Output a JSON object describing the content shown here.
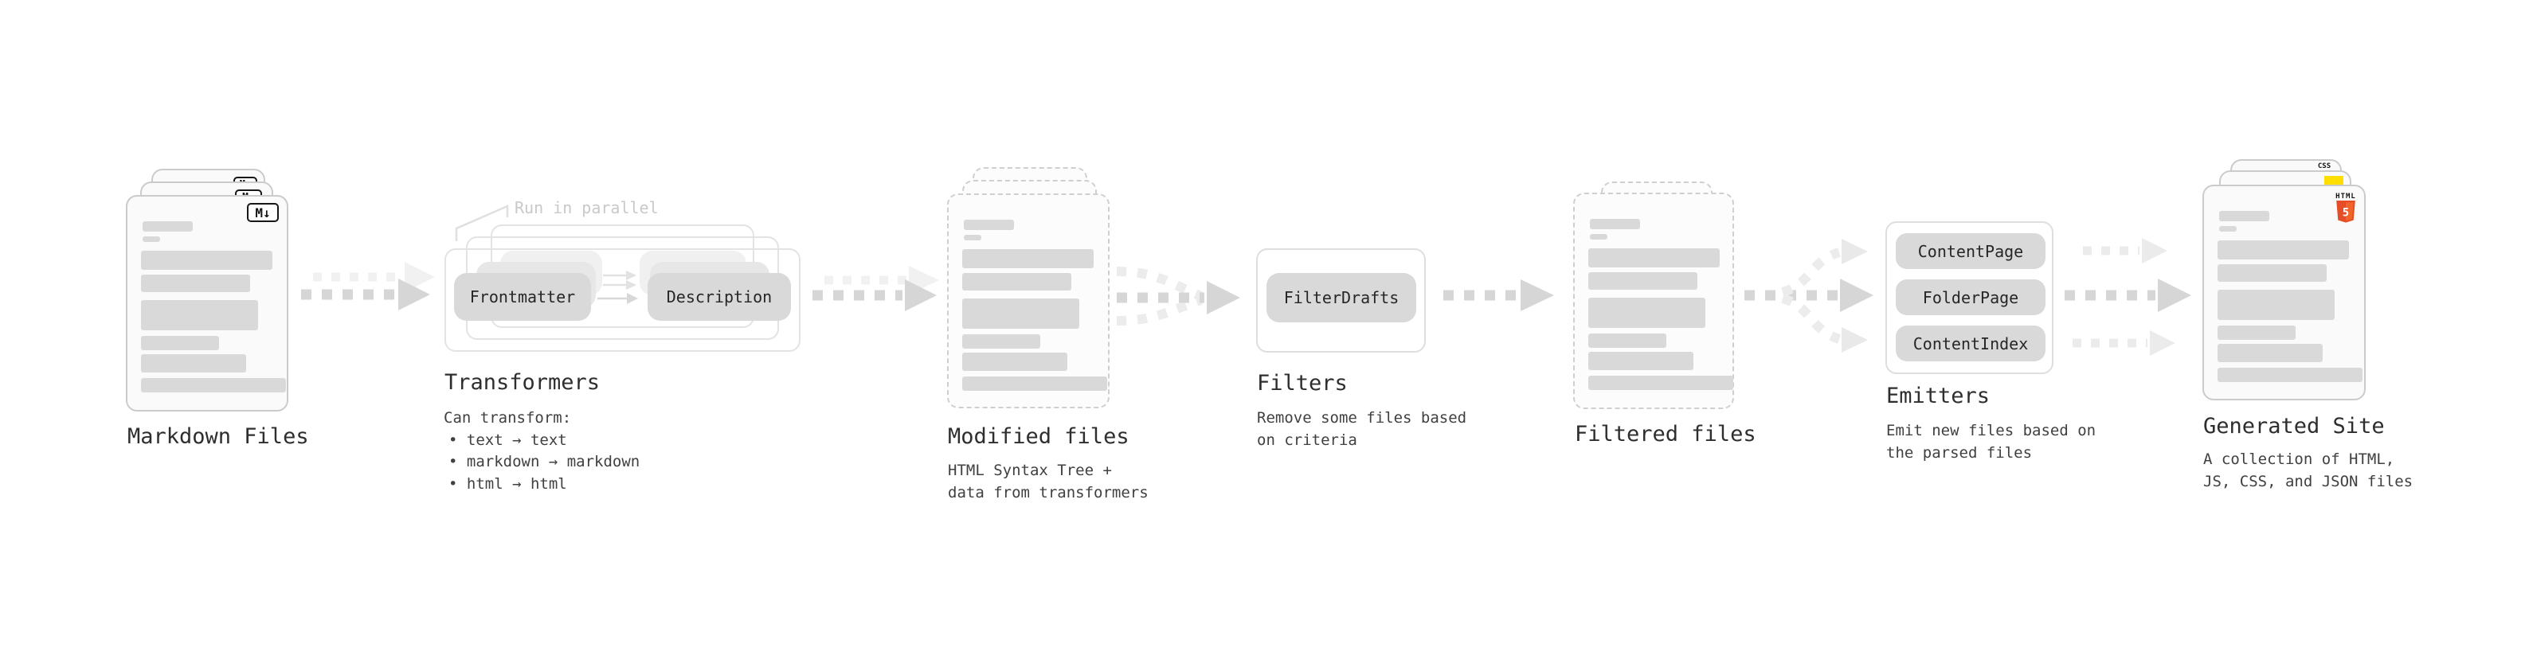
{
  "diagram": {
    "colors": {
      "background": "#ffffff",
      "pill_gray": "#d9d9d9",
      "arrow_gray": "#d6d6d6",
      "arrow_light_gray": "#e9e9e9",
      "sheet_border": "#cbcbcb",
      "skeleton_bar": "#d9d9d9",
      "muted_annotation": "#c9c9c9",
      "html5_orange": "#e44d26",
      "html5_orange_light": "#f16529",
      "js_yellow": "#ffde00",
      "css_blue": "#2468f2"
    },
    "markdown_files": {
      "title": "Markdown Files",
      "badge": "M↓"
    },
    "transformers": {
      "title": "Transformers",
      "annotation": "Run in parallel",
      "pill_left": "Frontmatter",
      "pill_right": "Description",
      "body_heading": "Can transform:",
      "bullets": [
        "• text → text",
        "• markdown → markdown",
        "• html → html"
      ]
    },
    "modified_files": {
      "title": "Modified files",
      "subtitle": [
        "HTML Syntax Tree +",
        "data from transformers"
      ]
    },
    "filters": {
      "title": "Filters",
      "pill": "FilterDrafts",
      "subtitle": [
        "Remove some files based",
        "on criteria"
      ]
    },
    "filtered_files": {
      "title": "Filtered files"
    },
    "emitters": {
      "title": "Emitters",
      "pills": [
        "ContentPage",
        "FolderPage",
        "ContentIndex"
      ],
      "subtitle": [
        "Emit new files based on",
        "the parsed files"
      ]
    },
    "generated_site": {
      "title": "Generated Site",
      "subtitle": [
        "A collection of HTML,",
        "JS, CSS, and JSON files"
      ],
      "html_badge_label": "HTML",
      "html_badge_number": "5",
      "css_badge_label": "CSS"
    }
  }
}
